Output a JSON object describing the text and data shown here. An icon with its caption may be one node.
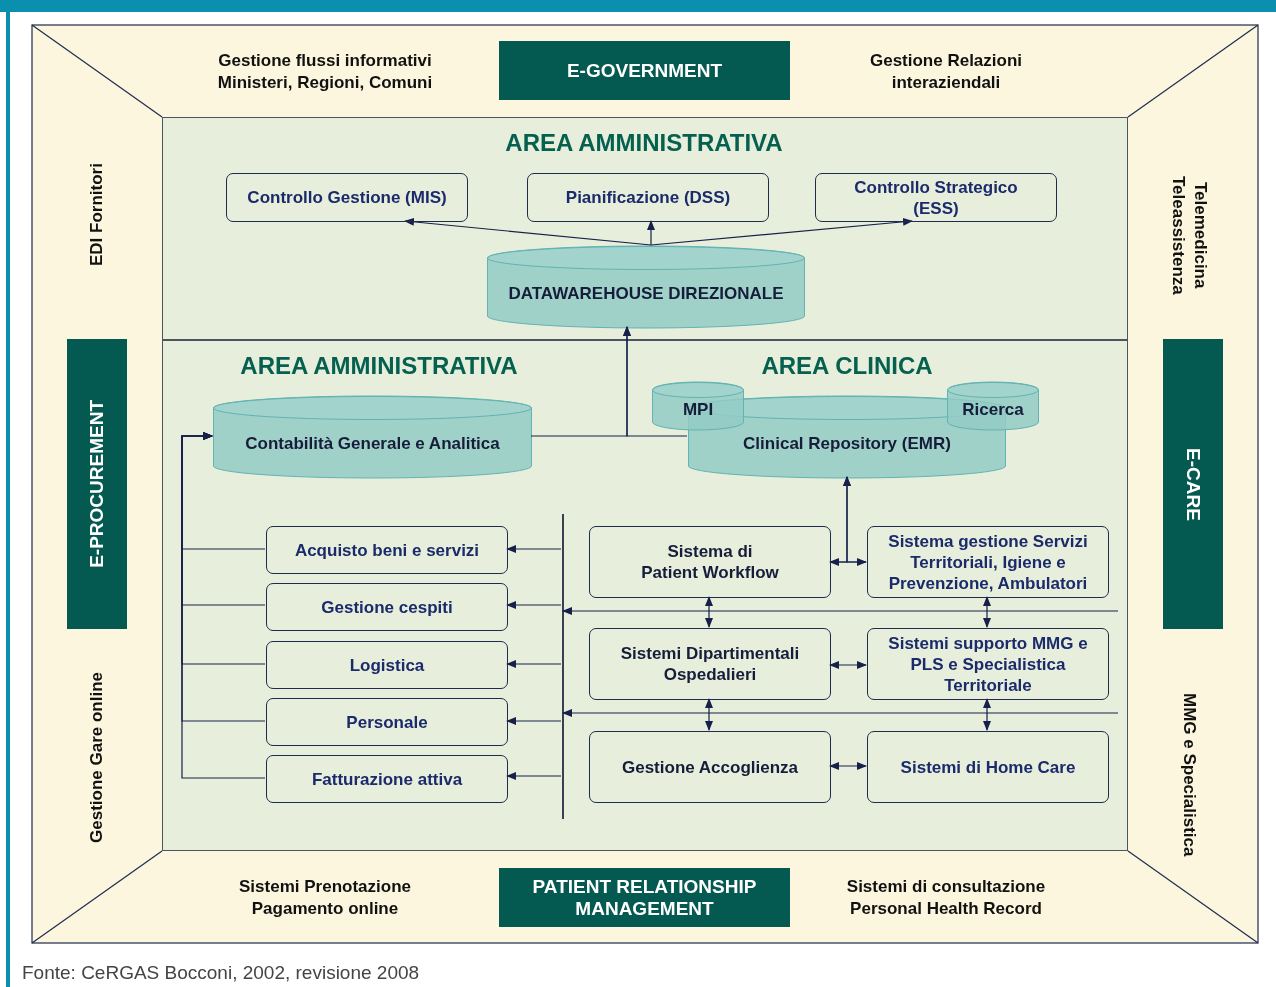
{
  "diagram": {
    "caption": "Fonte: CeRGAS Bocconi, 2002, revisione 2008",
    "nodes": [
      {
        "text": [
          "E-GOVERNMENT"
        ]
      },
      {
        "text": [
          "E-PROCUREMENT"
        ]
      },
      {
        "text": [
          "E-CARE"
        ]
      },
      {
        "text": [
          "PATIENT RELATIONSHIP MANAGEMENT"
        ]
      },
      {
        "text": [
          "AREA AMMINISTRATIVA"
        ]
      },
      {
        "text": [
          "Controllo Gestione (MIS)"
        ],
        "in": 4
      },
      {
        "text": [
          "Pianificazione (DSS)"
        ],
        "in": 4
      },
      {
        "text": [
          "Controllo Strategico (ESS)"
        ],
        "in": 4
      },
      {
        "text": [
          "DATAWAREHOUSE DIREZIONALE"
        ],
        "in": 4
      },
      {
        "text": [
          "AREA AMMINISTRATIVA",
          "AREA CLINICA"
        ]
      },
      {
        "text": [
          "Contabilità Generale e Analitica"
        ],
        "in": 9
      },
      {
        "text": [
          "Clinical Repository (EMR)"
        ],
        "in": 9
      },
      {
        "text": [
          "MPI"
        ],
        "in": 9
      },
      {
        "text": [
          "Ricerca"
        ],
        "in": 9
      },
      {
        "text": [
          "Acquisto beni e servizi"
        ],
        "in": 9
      },
      {
        "text": [
          "Gestione cespiti"
        ],
        "in": 9
      },
      {
        "text": [
          "Logistica"
        ],
        "in": 9
      },
      {
        "text": [
          "Personale"
        ],
        "in": 9
      },
      {
        "text": [
          "Fatturazione attiva"
        ],
        "in": 9
      },
      {
        "text": [
          "Sistema di Patient Workflow"
        ],
        "in": 9
      },
      {
        "text": [
          "Sistema gestione Servizi Territoriali, Igiene e Prevenzione, Ambulatori"
        ],
        "in": 9
      },
      {
        "text": [
          "Sistemi Dipartimentali Ospedalieri"
        ],
        "in": 9
      },
      {
        "text": [
          "Sistemi supporto MMG e PLS e Specialistica Territoriale"
        ],
        "in": 9
      },
      {
        "text": [
          "Gestione Accoglienza"
        ],
        "in": 9
      },
      {
        "text": [
          "Sistemi di Home Care"
        ],
        "in": 9
      },
      {
        "text": [],
        "shape": "bar",
        "in": 9
      }
    ],
    "edges": [
      {
        "from": 8,
        "to": 5,
        "arrow": "to"
      },
      {
        "from": 8,
        "to": 6,
        "arrow": "to"
      },
      {
        "from": 8,
        "to": 7,
        "arrow": "to"
      },
      {
        "from": 10,
        "to": 8,
        "arrow": "to"
      },
      {
        "from": 11,
        "to": 8,
        "arrow": "to"
      },
      {
        "from": 14,
        "to": 10,
        "arrow": "to"
      },
      {
        "from": 15,
        "to": 10,
        "arrow": "to"
      },
      {
        "from": 16,
        "to": 10,
        "arrow": "to"
      },
      {
        "from": 17,
        "to": 10,
        "arrow": "to"
      },
      {
        "from": 18,
        "to": 10,
        "arrow": "to"
      },
      {
        "from": 25,
        "to": 14,
        "arrow": "to"
      },
      {
        "from": 25,
        "to": 15,
        "arrow": "to"
      },
      {
        "from": 25,
        "to": 16,
        "arrow": "to"
      },
      {
        "from": 25,
        "to": 17,
        "arrow": "to"
      },
      {
        "from": 25,
        "to": 18,
        "arrow": "to"
      },
      {
        "from": null,
        "to": 25,
        "arrow": "to"
      },
      {
        "from": null,
        "to": 25,
        "arrow": "to"
      },
      {
        "from": 19,
        "to": 20,
        "arrow": "both"
      },
      {
        "from": 19,
        "to": 11,
        "arrow": "to"
      },
      {
        "from": 20,
        "to": 11,
        "arrow": "to"
      },
      {
        "from": 19,
        "to": 21,
        "arrow": "both"
      },
      {
        "from": 20,
        "to": 22,
        "arrow": "both"
      },
      {
        "from": 21,
        "to": 22,
        "arrow": "both"
      },
      {
        "from": 21,
        "to": 23,
        "arrow": "both"
      },
      {
        "from": 22,
        "to": 24,
        "arrow": "both"
      },
      {
        "from": 23,
        "to": 24,
        "arrow": "both"
      }
    ],
    "labels": [
      "Gestione flussi informativi Ministeri, Regioni, Comuni",
      "Gestione Relazioni interaziendali",
      "EDI Fornitori",
      "Telemedicina Teleassistenza",
      "Gestione Gare online",
      "MMG e Specialistica",
      "Sistemi Prenotazione Pagamento online",
      "Sistemi di consultazione Personal Health Record"
    ]
  }
}
